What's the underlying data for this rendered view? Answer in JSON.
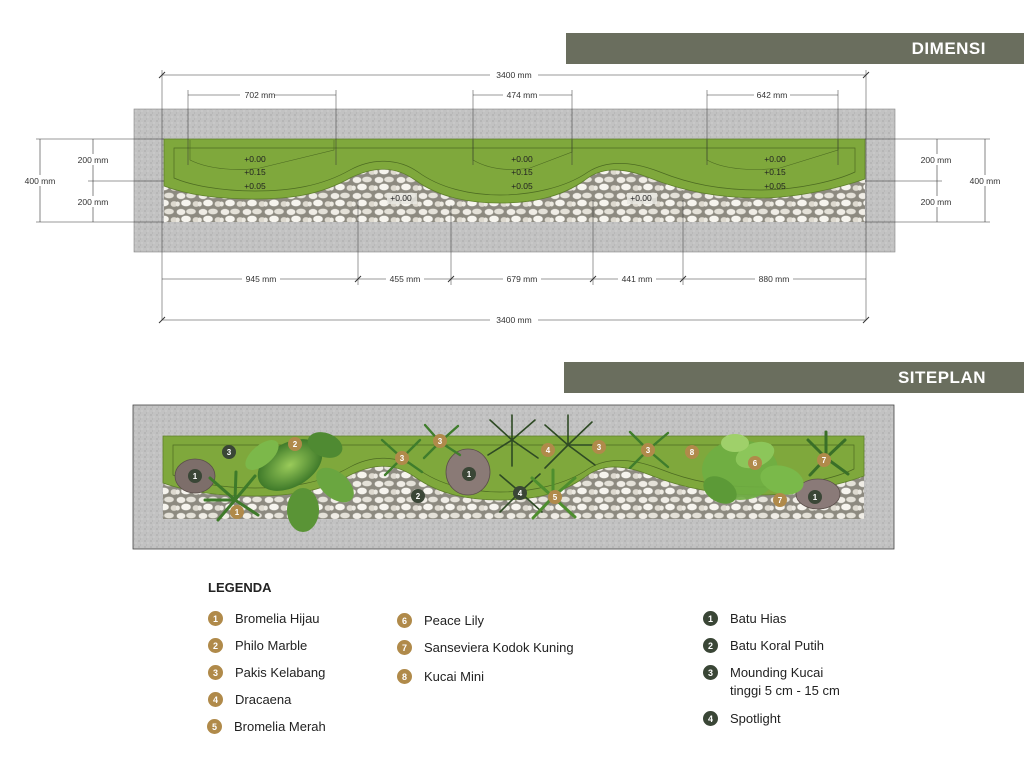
{
  "headers": {
    "dimensi": "DIMENSI",
    "siteplan": "SITEPLAN"
  },
  "dimensions": {
    "top_total": "3400 mm",
    "segments_top": [
      "702 mm",
      "474 mm",
      "642 mm"
    ],
    "side_left_top": "200 mm",
    "side_left_bottom": "200 mm",
    "side_left_total": "400 mm",
    "side_right_top": "200 mm",
    "side_right_bottom": "200 mm",
    "side_right_total": "400 mm",
    "levels_a": [
      "+0.00",
      "+0.15",
      "+0.05"
    ],
    "levels_b": [
      "+0.00",
      "+0.15",
      "+0.05"
    ],
    "levels_c": [
      "+0.00",
      "+0.15",
      "+0.05"
    ],
    "pebble_level_1": "+0.00",
    "pebble_level_2": "+0.00",
    "segments_bottom": [
      "945 mm",
      "455 mm",
      "679 mm",
      "441 mm",
      "880 mm"
    ],
    "bottom_total": "3400 mm"
  },
  "siteplan_markers": {
    "m1": "1",
    "m2": "3",
    "m3": "2",
    "m4": "1",
    "m5": "3",
    "m6": "3",
    "m7": "2",
    "m8": "1",
    "m9": "4",
    "m10": "4",
    "m11": "5",
    "m12": "3",
    "m13": "3",
    "m14": "8",
    "m15": "6",
    "m16": "7",
    "m17": "7",
    "m18": "1"
  },
  "legend": {
    "title": "LEGENDA",
    "plants": [
      {
        "num": "1",
        "label": "Bromelia Hijau"
      },
      {
        "num": "2",
        "label": "Philo Marble"
      },
      {
        "num": "3",
        "label": "Pakis Kelabang"
      },
      {
        "num": "4",
        "label": "Dracaena"
      },
      {
        "num": "5",
        "label": "Bromelia Merah"
      },
      {
        "num": "6",
        "label": "Peace Lily"
      },
      {
        "num": "7",
        "label": "Sanseviera Kodok Kuning"
      },
      {
        "num": "8",
        "label": "Kucai Mini"
      }
    ],
    "elements": [
      {
        "num": "1",
        "label": "Batu Hias"
      },
      {
        "num": "2",
        "label": "Batu Koral Putih"
      },
      {
        "num": "3",
        "label": "Mounding Kucai",
        "label2": "tinggi 5 cm - 15 cm"
      },
      {
        "num": "4",
        "label": "Spotlight"
      }
    ]
  },
  "colors": {
    "header": "#6a6e5e",
    "grass": "#7fa83c",
    "concrete": "#bdbdbd",
    "plant_badge": "#b08a4a",
    "element_badge": "#3a4636"
  }
}
